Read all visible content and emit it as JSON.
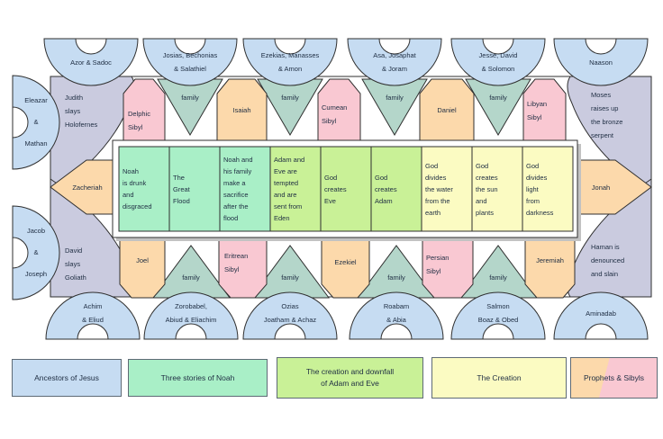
{
  "colors": {
    "ancestors": "#c6dcf2",
    "noah": "#a9efc7",
    "adameve": "#c9f197",
    "creation": "#fbfbc2",
    "orange": "#fcd9ab",
    "pink": "#f9c8d2",
    "teal": "#b4d6ca",
    "lavender": "#cacbdf",
    "outline": "#2f2f2f",
    "shadow": "#c2c2c2",
    "text": "#1e2d42"
  },
  "lunettes": {
    "top": [
      "Azor & Sadoc",
      "Josias, Bechonias\n& Salathiel",
      "Ezekias, Manasses\n& Amon",
      "Asa, Josaphat\n& Joram",
      "Jesse, David\n& Solomon",
      "Naason"
    ],
    "bottom": [
      "Achim\n& Eliud",
      "Zorobabel,\nAbiud & Eliachim",
      "Ozias\nJoatham & Achaz",
      "Roabam\n& Abia",
      "Salmon\nBoaz & Obed",
      "Aminadab"
    ],
    "left": [
      "Eleazar\n&\nMathan",
      "Jacob\n&\nJoseph"
    ]
  },
  "pendentives": {
    "top_left": "Judith\nslays\nHolofernes",
    "bottom_left": "David\nslays\nGoliath",
    "top_right": "Moses\nraises up\nthe bronze\nserpent",
    "bottom_right": "Haman is\ndenounced\nand slain"
  },
  "prophets": {
    "zacheriah": "Zacheriah",
    "jonah": "Jonah",
    "isaiah": "Isaiah",
    "daniel": "Daniel",
    "joel": "Joel",
    "ezekiel": "Ezekiel",
    "jeremiah": "Jeremiah"
  },
  "sibyls": {
    "delphic": "Delphic\nSibyl",
    "cumean": "Cumean\nSibyl",
    "libyan": "Libyan\nSibyl",
    "eritrean": "Eritrean\nSibyl",
    "persian": "Persian\nSibyl"
  },
  "family_label": "family",
  "central_panels": [
    "Noah\nis drunk\nand\ndisgraced",
    "The\nGreat\nFlood",
    "Noah and\nhis family\nmake a\nsacrifice\nafter the\nflood",
    "Adam and\nEve are\ntempted\nand are\nsent from\nEden",
    "God\ncreates\nEve",
    "God\ncreates\nAdam",
    "God\ndivides\nthe water\nfrom the\nearth",
    "God\ncreates\nthe sun\nand\nplants",
    "God\ndivides\nlight\nfrom\ndarkness"
  ],
  "legend": {
    "ancestors": "Ancestors of Jesus",
    "noah": "Three stories of Noah",
    "adameve": "The creation and downfall\nof Adam and Eve",
    "creation": "The Creation",
    "prophets_sibyls": "Prophets & Sibyls"
  }
}
